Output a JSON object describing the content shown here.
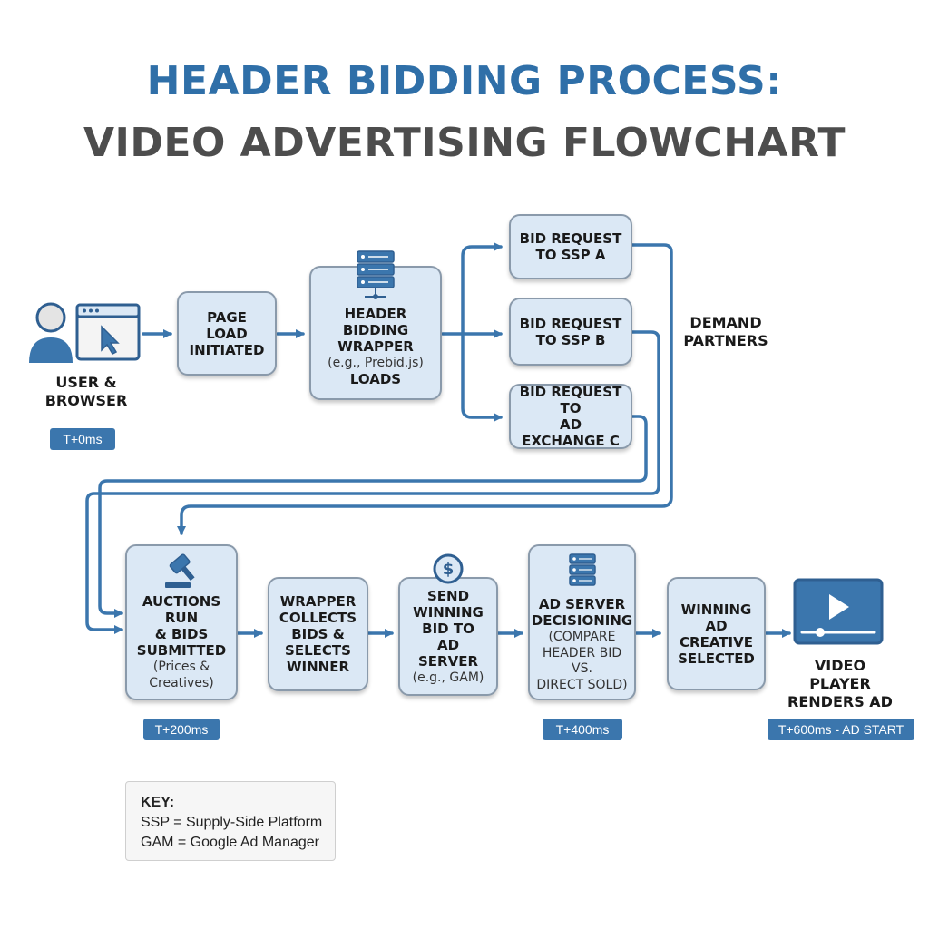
{
  "title": {
    "line1": "HEADER BIDDING PROCESS:",
    "line2": "VIDEO ADVERTISING FLOWCHART"
  },
  "colors": {
    "accent": "#2f6fa8",
    "title_secondary": "#4d4d4d",
    "box_fill": "#dbe8f5",
    "box_border": "#8a9aab",
    "arrow": "#3b76ad",
    "badge": "#3b76ad"
  },
  "user": {
    "label_line1": "USER &",
    "label_line2": "BROWSER",
    "icons": [
      "user-icon",
      "browser-window-icon",
      "cursor-icon"
    ]
  },
  "demand_partners": {
    "line1": "DEMAND",
    "line2": "PARTNERS"
  },
  "nodes": {
    "page_load": {
      "line1": "PAGE LOAD",
      "line2": "INITIATED"
    },
    "wrapper": {
      "line1": "HEADER BIDDING",
      "line2": "WRAPPER",
      "sub": "(e.g., Prebid.js)",
      "line3": "LOADS",
      "icon": "server-icon"
    },
    "ssp_a": {
      "line1": "BID REQUEST",
      "line2": "TO SSP A"
    },
    "ssp_b": {
      "line1": "BID REQUEST",
      "line2": "TO SSP B"
    },
    "exchange_c": {
      "line1": "BID REQUEST TO",
      "line2": "AD EXCHANGE C"
    },
    "auctions": {
      "line1": "AUCTIONS RUN",
      "line2": "& BIDS",
      "line3": "SUBMITTED",
      "sub1": "(Prices &",
      "sub2": "Creatives)",
      "icon": "gavel-icon"
    },
    "collects": {
      "line1": "WRAPPER",
      "line2": "COLLECTS",
      "line3": "BIDS &",
      "line4": "SELECTS",
      "line5": "WINNER"
    },
    "send": {
      "line1": "SEND",
      "line2": "WINNING",
      "line3": "BID TO",
      "line4": "AD SERVER",
      "sub": "(e.g., GAM)",
      "icon": "dollar-coin-icon"
    },
    "decision": {
      "line1": "AD SERVER",
      "line2": "DECISIONING",
      "sub1": "(COMPARE",
      "sub2": "HEADER BID VS.",
      "sub3": "DIRECT SOLD)",
      "icon": "server-icon"
    },
    "creative": {
      "line1": "WINNING AD",
      "line2": "CREATIVE",
      "line3": "SELECTED"
    }
  },
  "video_player": {
    "line1": "VIDEO PLAYER",
    "line2": "RENDERS AD",
    "icon": "video-player-icon"
  },
  "timing": {
    "t0": "T+0ms",
    "t200": "T+200ms",
    "t400": "T+400ms",
    "t600": "T+600ms - AD START"
  },
  "key": {
    "title": "KEY:",
    "items": [
      "SSP = Supply-Side Platform",
      "GAM = Google Ad Manager"
    ]
  }
}
